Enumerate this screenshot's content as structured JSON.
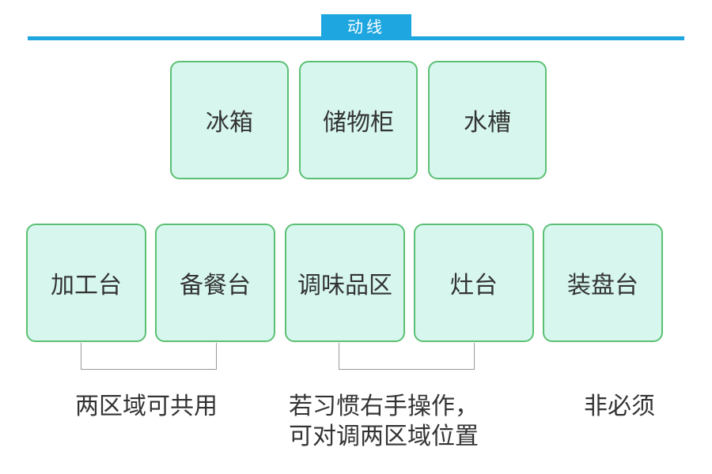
{
  "header": {
    "title": "动线"
  },
  "top_row": [
    {
      "label": "冰箱"
    },
    {
      "label": "储物柜"
    },
    {
      "label": "水槽"
    }
  ],
  "bottom_row": [
    {
      "label": "加工台"
    },
    {
      "label": "备餐台"
    },
    {
      "label": "调味品区"
    },
    {
      "label": "灶台"
    },
    {
      "label": "装盘台"
    }
  ],
  "notes": {
    "shared": "两区域可共用",
    "swap_line1": "若习惯右手操作，",
    "swap_line2": "可对调两区域位置",
    "optional": "非必须"
  },
  "colors": {
    "accent": "#1ea6e0",
    "box_fill": "#d7f7ee",
    "box_border": "#5bbf73"
  }
}
